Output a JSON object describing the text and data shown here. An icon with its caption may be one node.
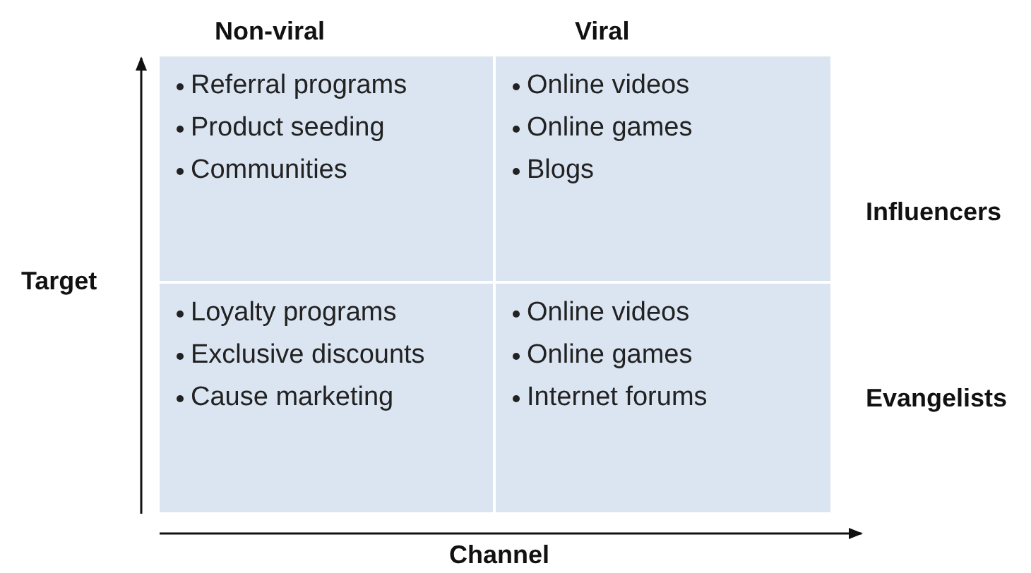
{
  "diagram": {
    "nodes": [
      {
        "text": [
          "Referral programs",
          "Product seeding",
          "Communities"
        ]
      },
      {
        "text": [
          "Online videos",
          "Online games",
          "Blogs"
        ]
      },
      {
        "text": [
          "Loyalty programs",
          "Exclusive discounts",
          "Cause marketing"
        ]
      },
      {
        "text": [
          "Online videos",
          "Online games",
          "Internet forums"
        ]
      }
    ],
    "labels": [
      "Non-viral",
      "Viral",
      "Influencers",
      "Target",
      "Evangelists",
      "Channel"
    ]
  }
}
